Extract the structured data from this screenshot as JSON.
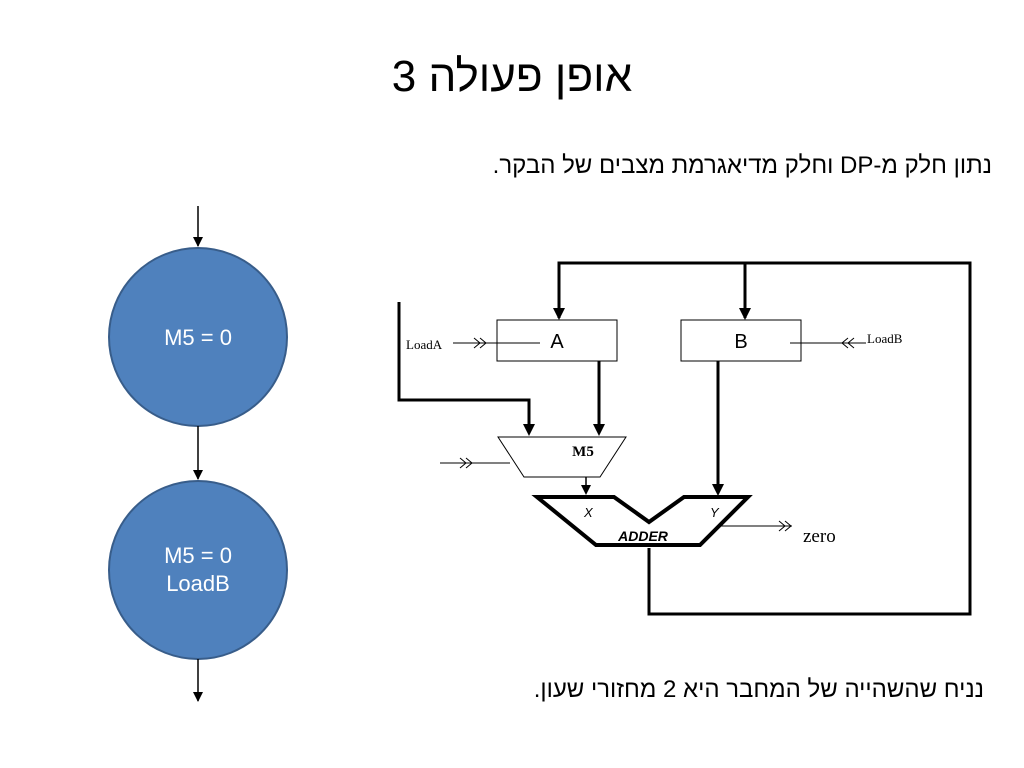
{
  "title": "אופן פעולה 3",
  "subtitle": "נתון חלק מ-DP וחלק מדיאגרמת מצבים של הבקר.",
  "bottom_note": "נניח שהשהייה של המחבר היא 2 מחזורי שעון.",
  "colors": {
    "state_fill": "#4f81bd",
    "state_stroke": "#385d8a"
  },
  "state_diagram": {
    "states": [
      {
        "lines": [
          "M5 = 0"
        ]
      },
      {
        "lines": [
          "M5 = 0",
          "LoadB"
        ]
      }
    ]
  },
  "datapath": {
    "register_a": "A",
    "register_b": "B",
    "load_a": "LoadA",
    "load_b": "LoadB",
    "mux": "M5",
    "adder": "ADDER",
    "adder_input_x": "X",
    "adder_input_y": "Y",
    "zero_output": "zero"
  }
}
